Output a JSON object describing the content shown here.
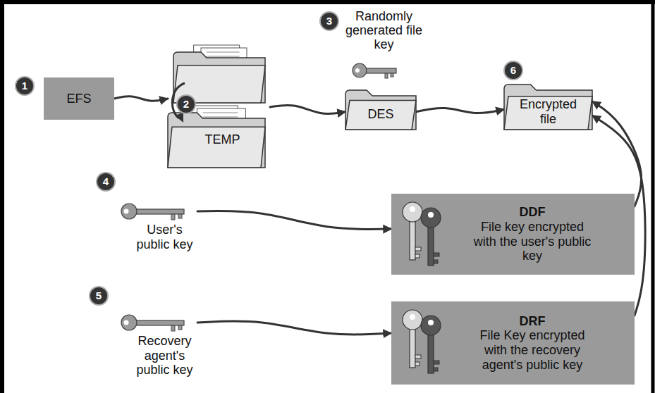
{
  "diagram": {
    "nodes": [
      {
        "text": [
          "EFS"
        ]
      },
      {
        "text": [
          "TEMP"
        ]
      },
      {
        "text": [
          "DES"
        ]
      },
      {
        "text": [
          "Encrypted file"
        ]
      },
      {
        "text": [
          "User's public key"
        ]
      },
      {
        "text": [
          "DDF",
          "File key encrypted with the user's public key"
        ]
      },
      {
        "text": [
          "Recovery agent's public key"
        ]
      },
      {
        "text": [
          "DRF",
          "File Key encrypted with the recovery agent's public key"
        ]
      }
    ],
    "edges": [
      {
        "from": 0,
        "to": 1,
        "arrow": "to"
      },
      {
        "from": 1,
        "to": 2,
        "arrow": "to"
      },
      {
        "from": 2,
        "to": 3,
        "arrow": "to"
      },
      {
        "from": 4,
        "to": 5,
        "arrow": "to"
      },
      {
        "from": 6,
        "to": 7,
        "arrow": "to"
      },
      {
        "from": 5,
        "to": 3,
        "arrow": "to"
      },
      {
        "from": 7,
        "to": 3,
        "arrow": "to"
      }
    ],
    "labels": [
      "1",
      "2",
      "3",
      "Randomly generated file key",
      "4",
      "5",
      "6"
    ]
  }
}
